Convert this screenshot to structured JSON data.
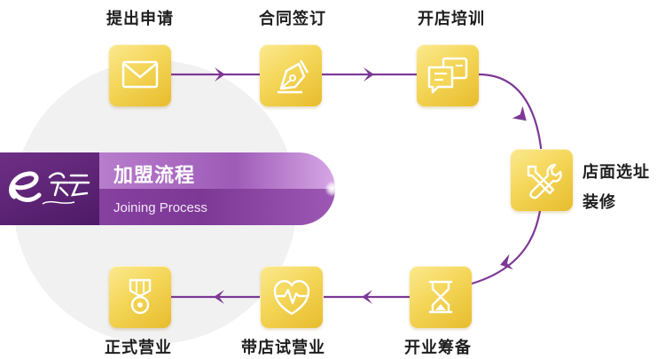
{
  "title": {
    "main": "加盟流程",
    "sub": "Joining Process"
  },
  "steps": [
    {
      "label": "提出申请",
      "icon": "envelope-icon"
    },
    {
      "label": "合同签订",
      "icon": "pen-nib-icon"
    },
    {
      "label": "开店培训",
      "icon": "chat-document-icon"
    },
    {
      "label_line1": "店面选址",
      "label_line2": "装修",
      "icon": "tools-icon"
    },
    {
      "label": "开业筹备",
      "icon": "hourglass-icon"
    },
    {
      "label": "带店试营业",
      "icon": "heartbeat-shield-icon"
    },
    {
      "label": "正式营业",
      "icon": "medal-icon"
    }
  ],
  "colors": {
    "tile_gold": "#f4d658",
    "flow_purple": "#7d3896",
    "banner_purple": "#9e5bb7"
  }
}
